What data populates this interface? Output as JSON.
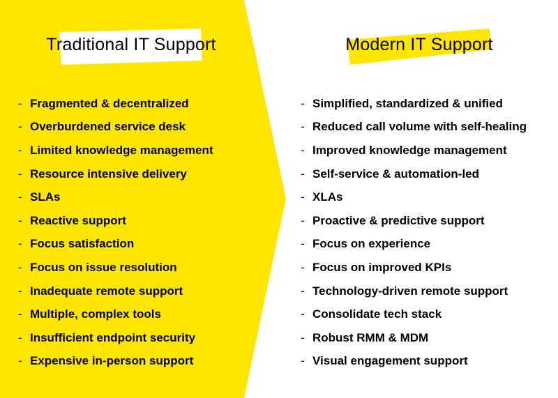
{
  "colors": {
    "accent": "#FFE600"
  },
  "traditional": {
    "title": "Traditional IT Support",
    "items": [
      "Fragmented & decentralized",
      "Overburdened service desk",
      "Limited knowledge management",
      "Resource intensive delivery",
      "SLAs",
      "Reactive support",
      "Focus satisfaction",
      "Focus on issue resolution",
      "Inadequate remote support",
      "Multiple, complex tools",
      "Insufficient endpoint security",
      "Expensive in-person support"
    ]
  },
  "modern": {
    "title": "Modern IT Support",
    "items": [
      "Simplified, standardized & unified",
      "Reduced call volume with self-healing",
      "Improved knowledge management",
      "Self-service & automation-led",
      "XLAs",
      "Proactive & predictive support",
      "Focus on experience",
      "Focus on improved KPIs",
      "Technology-driven remote support",
      "Consolidate tech stack",
      "Robust RMM & MDM",
      "Visual engagement support"
    ]
  },
  "bullet": "-"
}
